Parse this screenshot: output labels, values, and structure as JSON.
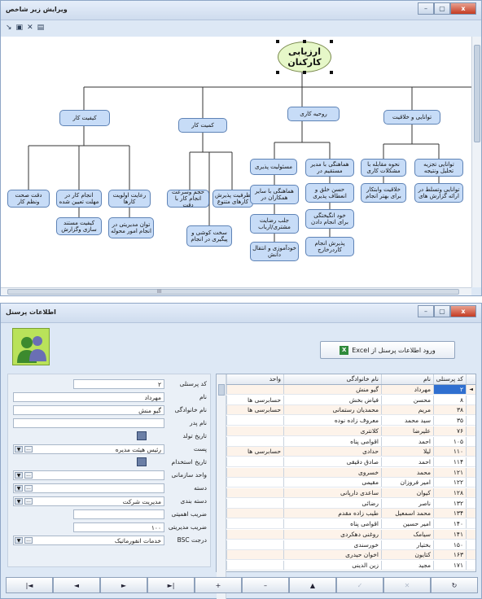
{
  "org_window": {
    "title": "ویرایش زیر شاخص",
    "controls": {
      "minimize": "–",
      "maximize": "▢",
      "close": "x"
    },
    "tools": [
      "↘",
      "▣",
      "✕",
      "▤"
    ],
    "scroll_grip": "III",
    "chart": {
      "root": "ارزیابی کارکنان",
      "level1": [
        "کیفیت کار",
        "کمیت کار",
        "روحیه کاری",
        "توانایی و خلاقیت"
      ],
      "level2": [
        "دقت صحت ونظم کار",
        "انجام کار در مهلت تعیین شده",
        "رعایت اولویت کارها",
        "حجم وسرعت انجام کار با دقت",
        "ظرفیت پذیرش کارهای متنوع",
        "مسئولیت پذیری",
        "هماهنگی با مدیر مستقیم در",
        "نحوه مقابله با مشکلات کاری",
        "توانایی تجزیه تحلیل ونتیجه"
      ],
      "level3": [
        "کیفیت مستند سازی وگزارش",
        "توان مدیریتی در انجام امور محوله",
        "سخت کوشی و پیگیری در انجام",
        "هماهنگی با سایر همکاران در",
        "حسن خلق و انعطاف پذیری",
        "خلاقیت وابتکار برای بهتر انجام",
        "توانایی وتسلط در ارائه گزارش های"
      ],
      "level4": [
        "جلب رضایت مشتری/ارباب",
        "خود انگیختگی برای انجام دادن"
      ],
      "level5": [
        "خودآموزی و انتقال دانش",
        "پذیرش انجام کاردرخارج"
      ]
    }
  },
  "personnel_window": {
    "title": "اطلاعات پرسنل",
    "controls": {
      "minimize": "–",
      "maximize": "▢",
      "close": "x"
    },
    "excel_button": "ورود اطلاعات پرسنل از Excel",
    "excel_icon": "excel-icon",
    "form": {
      "code_label": "کد پرسنلی",
      "code_value": "۲",
      "name_label": "نام",
      "name_value": "مهرداد",
      "last_label": "نام خانوادگی",
      "last_value": "گیو منش",
      "father_label": "نام پدر",
      "father_value": "",
      "birth_label": "تاریخ تولد",
      "post_label": "پست",
      "post_value": "رئیس هیئت مدیره",
      "hire_label": "تاریخ استخدام",
      "unit_label": "واحد سازمانی",
      "unit_value": "",
      "group_label": "دسته",
      "group_value": "",
      "class_label": "دسته بندی",
      "class_value": "مدیریت شرکت",
      "importance_label": "ضریب اهمیتی",
      "importance_value": "",
      "mgmt_label": "ضریب مدیریتی",
      "mgmt_value": "۱۰۰",
      "bsc_label": "درجت BSC",
      "bsc_value": "خدمات انفورماتیک"
    },
    "grid": {
      "headers": {
        "code": "کد پرسنلی",
        "name": "نام",
        "last": "نام خانوادگی",
        "unit": "واحد"
      },
      "rows": [
        {
          "code": "۲",
          "name": "مهرداد",
          "last": "گیو منش",
          "unit": ""
        },
        {
          "code": "۸",
          "name": "محسن",
          "last": "فیاض بخش",
          "unit": "حسابرسی ها"
        },
        {
          "code": "۳۸",
          "name": "مریم",
          "last": "محمدیان رستمانی",
          "unit": "حسابرسی ها"
        },
        {
          "code": "۳۵",
          "name": "سید محمد",
          "last": "معروف زاده نوده",
          "unit": ""
        },
        {
          "code": "۷۶",
          "name": "علیرضا",
          "last": "کلانتری",
          "unit": ""
        },
        {
          "code": "۱۰۵",
          "name": "احمد",
          "last": "اقوامی پناه",
          "unit": ""
        },
        {
          "code": "۱۱۰",
          "name": "لیلا",
          "last": "حدادی",
          "unit": "حسابرسی ها"
        },
        {
          "code": "۱۱۴",
          "name": "احمد",
          "last": "صادق دقیقی",
          "unit": ""
        },
        {
          "code": "۱۲۱",
          "name": "محمد",
          "last": "خسروی",
          "unit": ""
        },
        {
          "code": "۱۲۲",
          "name": "امیر فروزان",
          "last": "مقیمی",
          "unit": ""
        },
        {
          "code": "۱۲۸",
          "name": "کیوان",
          "last": "ساعدی دارپانی",
          "unit": ""
        },
        {
          "code": "۱۳۲",
          "name": "ناصر",
          "last": "رضائی",
          "unit": ""
        },
        {
          "code": "۱۳۴",
          "name": "محمد اسمعیل",
          "last": "طیب زاده مقدم",
          "unit": ""
        },
        {
          "code": "۱۴۰",
          "name": "امیر حسین",
          "last": "اقوامی پناه",
          "unit": ""
        },
        {
          "code": "۱۴۱",
          "name": "سیامک",
          "last": "روغنی دهکردی",
          "unit": ""
        },
        {
          "code": "۱۵۰",
          "name": "بختیار",
          "last": "خورسندی",
          "unit": ""
        },
        {
          "code": "۱۶۳",
          "name": "کتایون",
          "last": "اخوان حیدری",
          "unit": ""
        },
        {
          "code": "۱۷۱",
          "name": "مجید",
          "last": "زین الدینی",
          "unit": ""
        }
      ]
    },
    "nav": [
      "|◄",
      "◄",
      "►",
      "►|",
      "+",
      "–",
      "▲",
      "✓",
      "✕",
      "↻"
    ]
  }
}
